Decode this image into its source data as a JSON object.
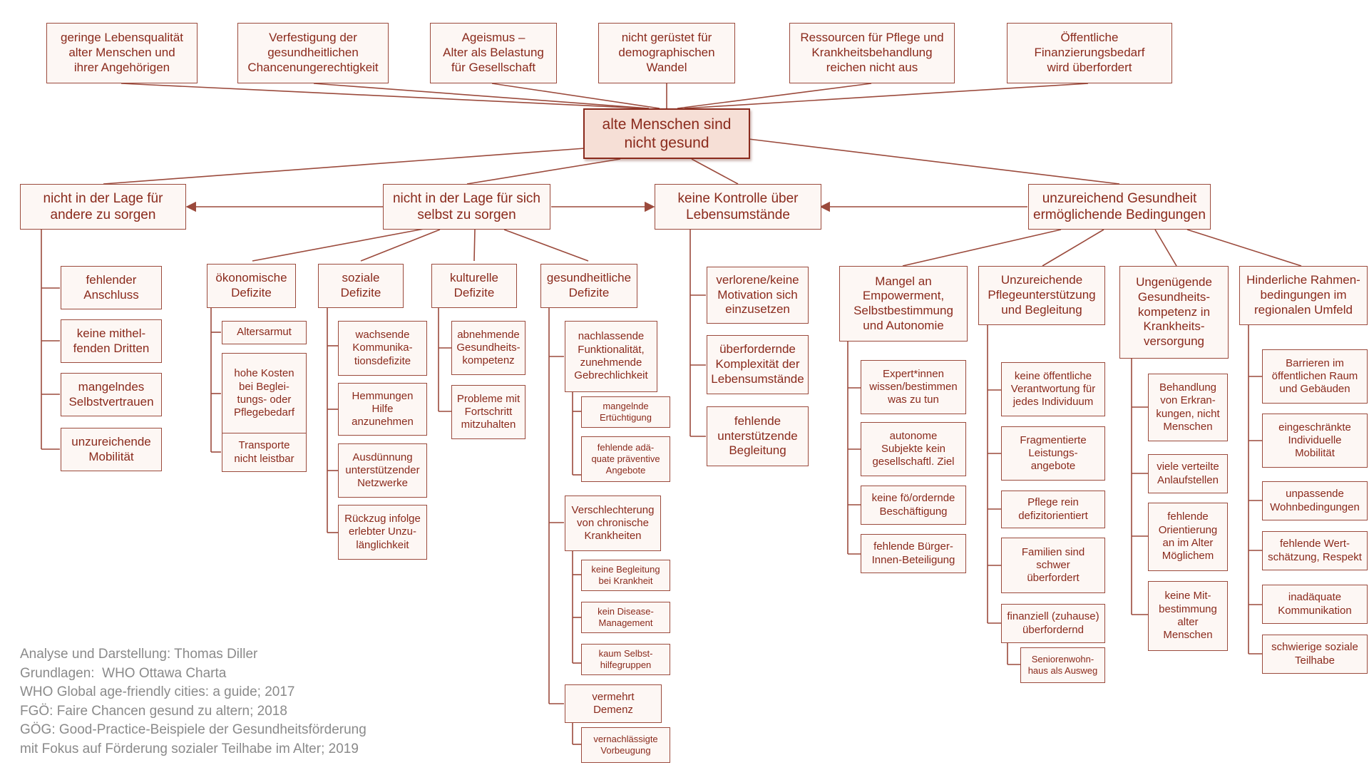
{
  "colors": {
    "line": "#9b4a3c",
    "text": "#8a2a1c",
    "box_fill": "#fdf7f4",
    "root_fill": "#f6dfd6",
    "credit": "#8a8a8a"
  },
  "root": "alte Menschen sind\nnicht gesund",
  "consequences": [
    "geringe Lebensqualität\nalter Menschen und\nihrer Angehörigen",
    "Verfestigung der\ngesundheitlichen\nChancenungerechtigkeit",
    "Ageismus –\nAlter als Belastung\nfür Gesellschaft",
    "nicht gerüstet für\ndemographischen\nWandel",
    "Ressourcen für Pflege und\nKrankheitsbehandlung\nreichen nicht aus",
    "Öffentliche\nFinanzierungsbedarf\nwird überfordert"
  ],
  "causes": {
    "c1": {
      "label": "nicht in der Lage für\nandere zu sorgen",
      "items": [
        "fehlender\nAnschluss",
        "keine mithel-\nfenden Dritten",
        "mangelndes\nSelbstvertrauen",
        "unzureichende\nMobilität"
      ]
    },
    "c2": {
      "label": "nicht in der Lage für sich\nselbst zu sorgen",
      "oekonomisch": {
        "label": "ökonomische\nDefizite",
        "items": [
          "Altersarmut",
          "hohe Kosten\nbei Beglei-\ntungs- oder\nPflegebedarf",
          "Transporte\nnicht leistbar"
        ]
      },
      "sozial": {
        "label": "soziale\nDefizite",
        "items": [
          "wachsende\nKommunika-\ntionsdefizite",
          "Hemmungen\nHilfe\nanzunehmen",
          "Ausdünnung\nunterstützender\nNetzwerke",
          "Rückzug infolge\nerlebter Unzu-\nlänglichkeit"
        ]
      },
      "kulturell": {
        "label": "kulturelle\nDefizite",
        "items": [
          "abnehmende\nGesundheits-\nkompetenz",
          "Probleme mit\nFortschritt\nmitzuhalten"
        ]
      },
      "gesundheitlich": {
        "label": "gesundheitliche\nDefizite",
        "groups": [
          {
            "label": "nachlassende\nFunktionalität,\nzunehmende\nGebrechlichkeit",
            "items": [
              "mangelnde\nErtüchtigung",
              "fehlende adä-\nquate präventive\nAngebote"
            ]
          },
          {
            "label": "Verschlechterung\nvon chronische\nKrankheiten",
            "items": [
              "keine Begleitung\nbei Krankheit",
              "kein Disease-\nManagement",
              "kaum Selbst-\nhilfegruppen"
            ]
          },
          {
            "label": "vermehrt\nDemenz",
            "items": [
              "vernachlässigte\nVorbeugung"
            ]
          }
        ]
      }
    },
    "c3": {
      "label": "keine Kontrolle über\nLebensumstände",
      "items": [
        "verlorene/keine\nMotivation sich\neinzusetzen",
        "überfordernde\nKomplexität der\nLebensumstände",
        "fehlende\nunterstützende\nBegleitung"
      ]
    },
    "c4": {
      "label": "unzureichend Gesundheit\nermöglichende Bedingungen",
      "empowerment": {
        "label": "Mangel an\nEmpowerment,\nSelbstbestimmung\nund Autonomie",
        "items": [
          "Expert*innen\nwissen/bestimmen\nwas zu tun",
          "autonome\nSubjekte kein\ngesellschaftl. Ziel",
          "keine fö/ordernde\nBeschäftigung",
          "fehlende Bürger-\nInnen-Beteiligung"
        ]
      },
      "pflege": {
        "label": "Unzureichende\nPflegeunterstützung\nund Begleitung",
        "items": [
          "keine öffentliche\nVerantwortung für\njedes Individuum",
          "Fragmentierte\nLeistungs-\nangebote",
          "Pflege rein\ndefizitorientiert",
          "Familien sind\nschwer\nüberfordert",
          "finanziell (zuhause)\nüberfordernd"
        ],
        "sub": "Seniorenwohn-\nhaus als Ausweg"
      },
      "kompetenz": {
        "label": "Ungenügende\nGesundheits-\nkompetenz in\nKrankheits-\nversorgung",
        "items": [
          "Behandlung\nvon Erkran-\nkungen, nicht\nMenschen",
          "viele verteilte\nAnlaufstellen",
          "fehlende\nOrientierung\nan im Alter\nMöglichem",
          "keine Mit-\nbestimmung\nalter\nMenschen"
        ]
      },
      "rahmen": {
        "label": "Hinderliche Rahmen-\nbedingungen im\nregionalen Umfeld",
        "items": [
          "Barrieren im\nöffentlichen Raum\nund Gebäuden",
          "eingeschränkte\nIndividuelle\nMobilität",
          "unpassende\nWohnbedingungen",
          "fehlende Wert-\nschätzung, Respekt",
          "inadäquate\nKommunikation",
          "schwierige soziale\nTeilhabe"
        ]
      }
    }
  },
  "credits": [
    "Analyse und Darstellung: Thomas Diller",
    "Grundlagen:  WHO Ottawa Charta",
    "WHO Global age-friendly cities: a guide; 2017",
    "FGÖ: Faire Chancen gesund zu altern; 2018",
    "GÖG: Good-Practice-Beispiele der Gesundheitsförderung",
    "mit Fokus auf Förderung sozialer Teilhabe im Alter; 2019"
  ]
}
